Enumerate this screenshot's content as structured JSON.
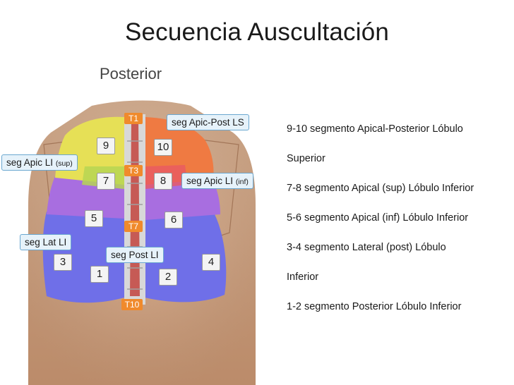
{
  "title": "Secuencia Auscultación",
  "subtitle": "Posterior",
  "numbers": {
    "n1": "1",
    "n2": "2",
    "n3": "3",
    "n4": "4",
    "n5": "5",
    "n6": "6",
    "n7": "7",
    "n8": "8",
    "n9": "9",
    "n10": "10"
  },
  "vertebrae": {
    "t1": "T1",
    "t3": "T3",
    "t7": "T7",
    "t10": "T10"
  },
  "callouts": {
    "apic_post_ls": "seg Apic-Post LS",
    "apic_li_sup_main": "seg Apic LI",
    "apic_li_sup_small": "(sup)",
    "apic_li_inf_main": "seg Apic LI",
    "apic_li_inf_small": "(inf)",
    "lat_li": "seg Lat LI",
    "post_li": "seg Post LI"
  },
  "notes": [
    "9-10 segmento Apical-Posterior Lóbulo",
    "Superior",
    "7-8 segmento Apical (sup) Lóbulo Inferior",
    "5-6 segmento Apical (inf) Lóbulo Inferior",
    "3-4 segmento Lateral (post) Lóbulo",
    "Inferior",
    "1-2 segmento Posterior Lóbulo Inferior"
  ]
}
